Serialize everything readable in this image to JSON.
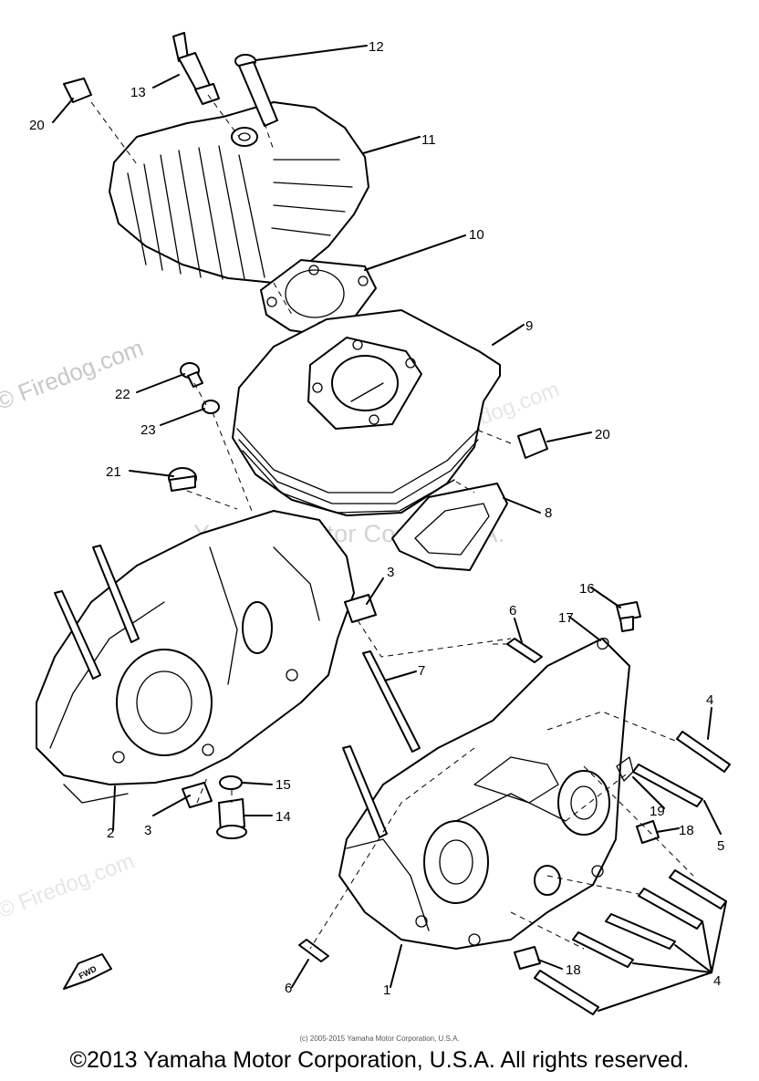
{
  "watermarks": {
    "firedog_main": "© Firedog.com",
    "firedog_faint_left": "© Firedog.com",
    "firedog_faint_right": "© Firedog.com",
    "yamaha_mid": "Yamaha Motor Corp, U.S.A."
  },
  "badge": {
    "fwd": "FWD"
  },
  "callouts": {
    "c1": "1",
    "c2": "2",
    "c3a": "3",
    "c3b": "3",
    "c4a": "4",
    "c4b": "4",
    "c5": "5",
    "c6a": "6",
    "c6b": "6",
    "c7": "7",
    "c8": "8",
    "c9": "9",
    "c10": "10",
    "c11": "11",
    "c12": "12",
    "c13": "13",
    "c14": "14",
    "c15": "15",
    "c16": "16",
    "c17": "17",
    "c18a": "18",
    "c18b": "18",
    "c19": "19",
    "c20a": "20",
    "c20b": "20",
    "c21": "21",
    "c22": "22",
    "c23": "23"
  },
  "footer": {
    "small_copyright": "(c) 2005-2015 Yamaha Motor Corporation, U.S.A.",
    "copyright": "©2013 Yamaha Motor Corporation, U.S.A. All rights reserved."
  }
}
